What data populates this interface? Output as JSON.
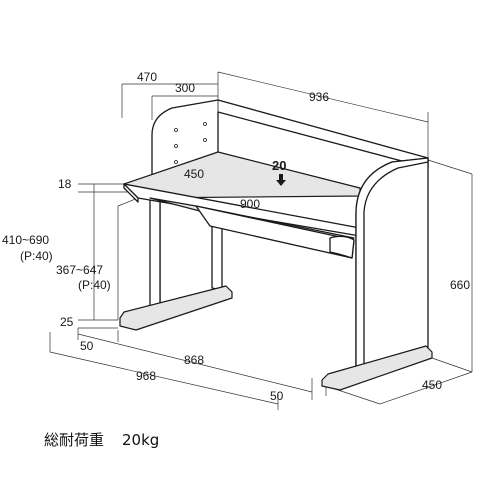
{
  "dimensions": {
    "depth_total": "470",
    "depth_top": "300",
    "width_total": "936",
    "load_shelf": "20",
    "shelf_depth": "450",
    "shelf_width": "900",
    "desk_thickness": "18",
    "height_desk": "410~690",
    "height_desk_pitch": "(P:40)",
    "height_keyboard": "367~647",
    "height_keyboard_pitch": "(P:40)",
    "height_total": "660",
    "foot_height": "25",
    "foot_width_left": "50",
    "inner_width": "868",
    "base_width": "968",
    "foot_width_right": "50",
    "base_depth": "450"
  },
  "caption": {
    "label": "総耐荷重",
    "value": "20kg"
  }
}
